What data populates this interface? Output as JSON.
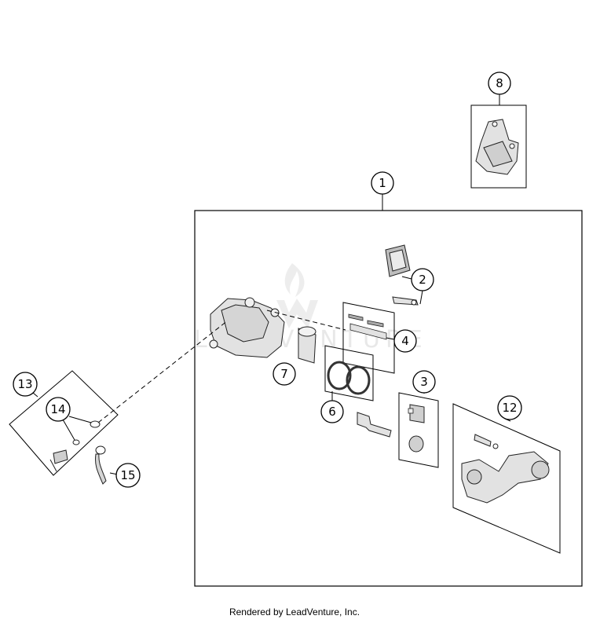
{
  "callouts": [
    "1",
    "2",
    "3",
    "4",
    "6",
    "7",
    "8",
    "12",
    "13",
    "14",
    "15"
  ],
  "watermark": "LEADVENTURE",
  "footer": "Rendered by LeadVenture, Inc.",
  "colors": {
    "line": "#000000",
    "part_fill": "#e2e2e2",
    "watermark": "#e6e6e6"
  }
}
